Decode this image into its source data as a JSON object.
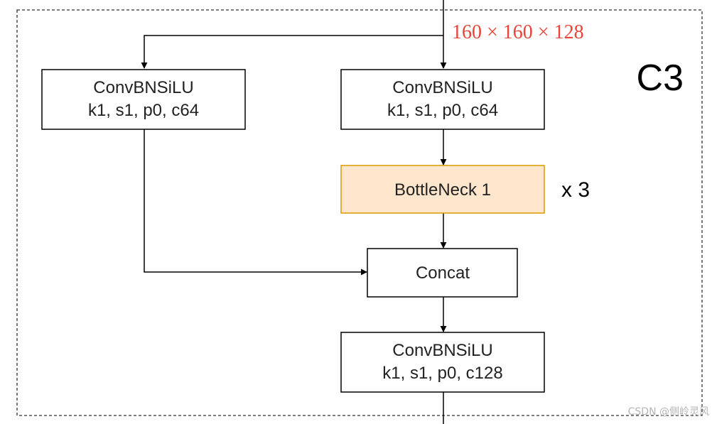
{
  "module_label": "C3",
  "input_dims": "160 × 160 × 128",
  "repeat_label": "x 3",
  "nodes": {
    "conv_left": {
      "line1": "ConvBNSiLU",
      "line2": "k1, s1, p0, c64"
    },
    "conv_right": {
      "line1": "ConvBNSiLU",
      "line2": "k1, s1, p0, c64"
    },
    "bottleneck": {
      "line1": "BottleNeck 1"
    },
    "concat": {
      "line1": "Concat"
    },
    "conv_out": {
      "line1": "ConvBNSiLU",
      "line2": "k1, s1, p0, c128"
    }
  },
  "colors": {
    "bottleneck_fill": "#ffe6cc",
    "bottleneck_stroke": "#d79b00",
    "dims_text": "#e8443a"
  },
  "watermark": "CSDN @侧岭灵风"
}
